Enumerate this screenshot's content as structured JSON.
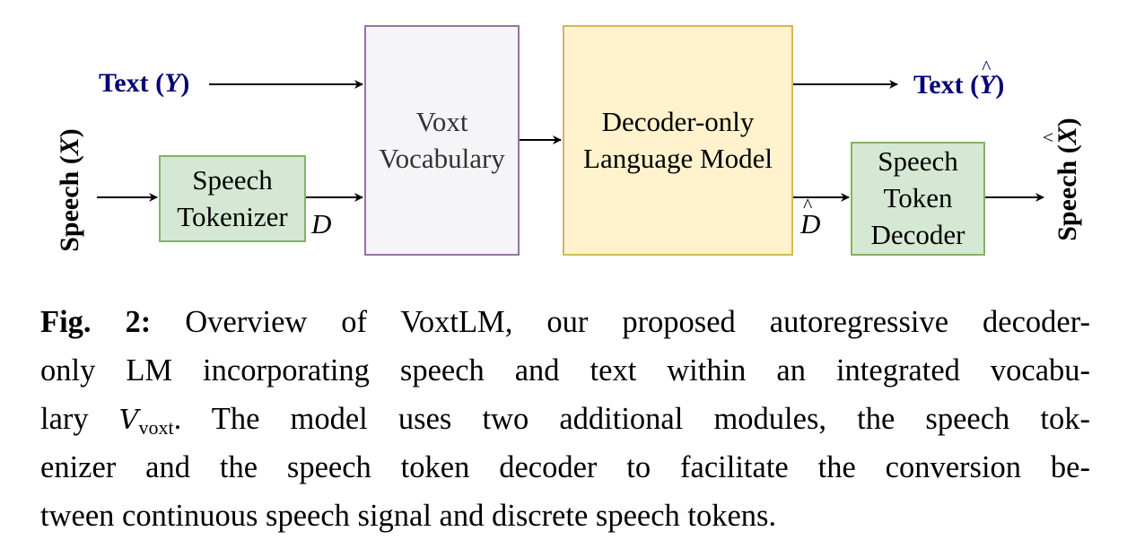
{
  "diagram": {
    "text_input": "Text",
    "text_input_var": "Y",
    "speech_input": "Speech",
    "speech_input_var": "X",
    "tokenizer_line1": "Speech",
    "tokenizer_line2": "Tokenizer",
    "tokens_var": "D",
    "vocab_line1": "Voxt",
    "vocab_line2": "Vocabulary",
    "lm_line1": "Decoder-only",
    "lm_line2": "Language Model",
    "text_output": "Text",
    "text_output_var": "Y",
    "pred_tokens_var": "D",
    "tdecoder_line1": "Speech",
    "tdecoder_line2": "Token",
    "tdecoder_line3": "Decoder",
    "speech_output": "Speech",
    "speech_output_var": "X"
  },
  "caption": {
    "label": "Fig. 2:",
    "line1": "Overview of VoxtLM, our proposed autoregressive decoder-",
    "line2": "only LM incorporating speech and text within an integrated vocabu-",
    "line3_pre": "lary",
    "line3_symbol": "V",
    "line3_sub": "voxt",
    "line3_post": ". The model uses two additional modules, the speech tok-",
    "line4": "enizer and the speech token decoder to facilitate the conversion be-",
    "line5": "tween continuous speech signal and discrete speech tokens."
  },
  "colors": {
    "text_io": "#00007a",
    "tokenizer_fill": "#d5e8d4",
    "tokenizer_stroke": "#82b366",
    "vocab_fill": "#f5f4f7",
    "vocab_stroke": "#9673a6",
    "lm_fill": "#fff2cc",
    "lm_stroke": "#d6b656"
  }
}
